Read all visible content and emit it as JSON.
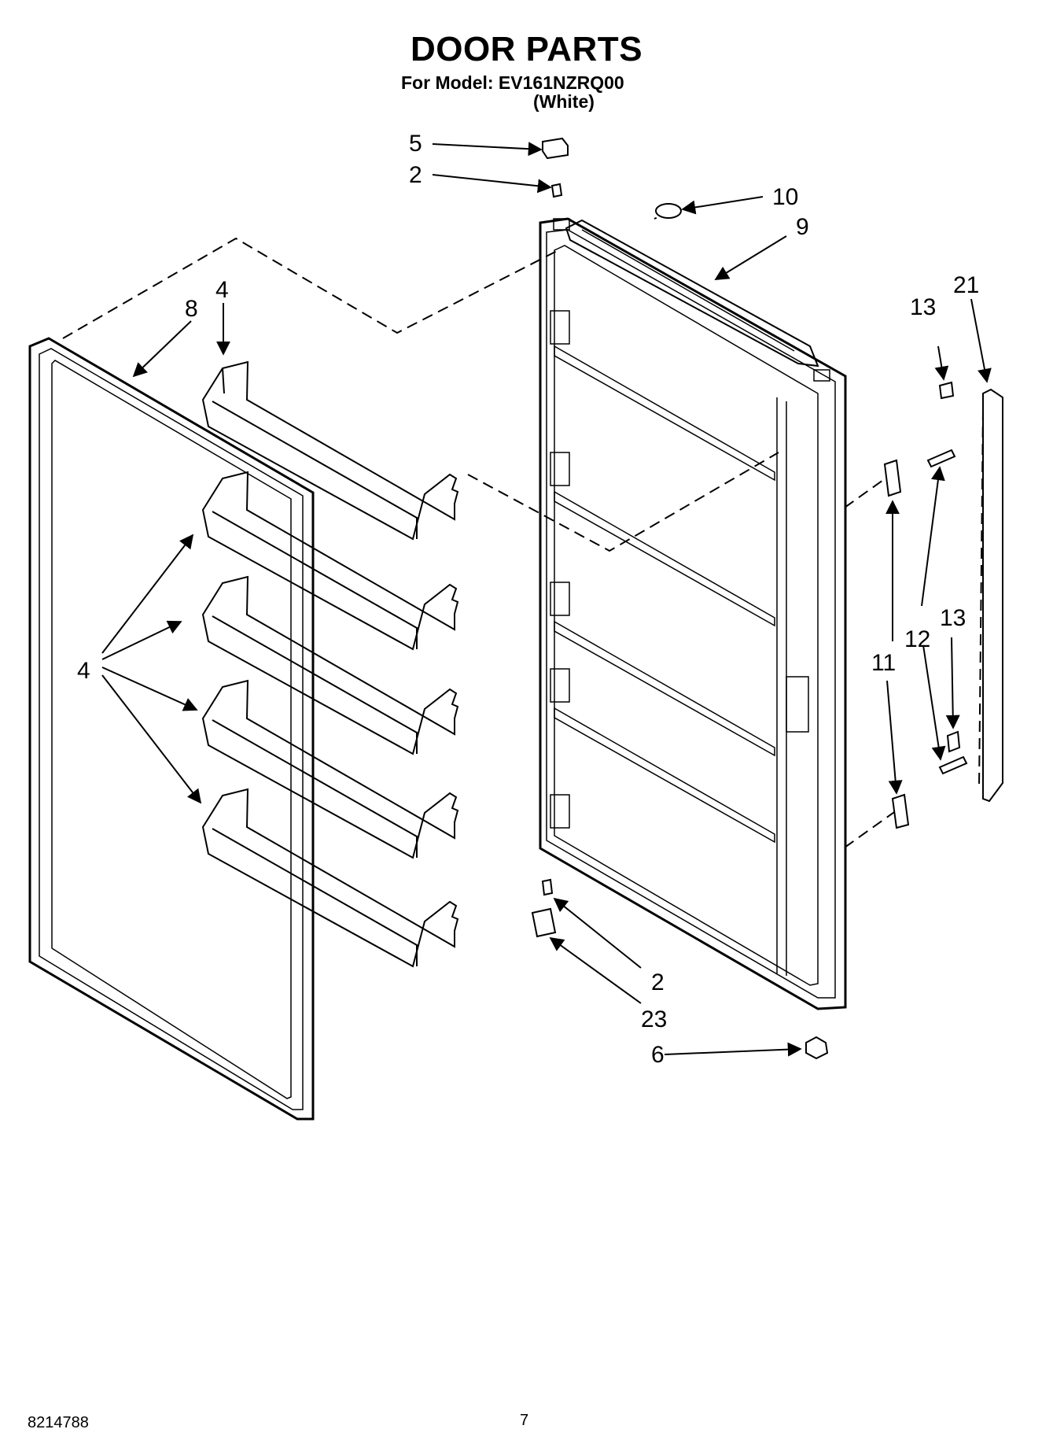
{
  "title": "DOOR PARTS",
  "model_line": "For Model: EV161NZRQ00",
  "variant": "(White)",
  "footer": {
    "doc_number": "8214788",
    "page_number": "7"
  },
  "callouts": {
    "c5": "5",
    "c2_top": "2",
    "c10": "10",
    "c9": "9",
    "c8": "8",
    "c4_top": "4",
    "c4_left": "4",
    "c13_top": "13",
    "c21": "21",
    "c11": "11",
    "c12": "12",
    "c13_mid": "13",
    "c2_bottom": "2",
    "c23": "23",
    "c6": "6"
  }
}
